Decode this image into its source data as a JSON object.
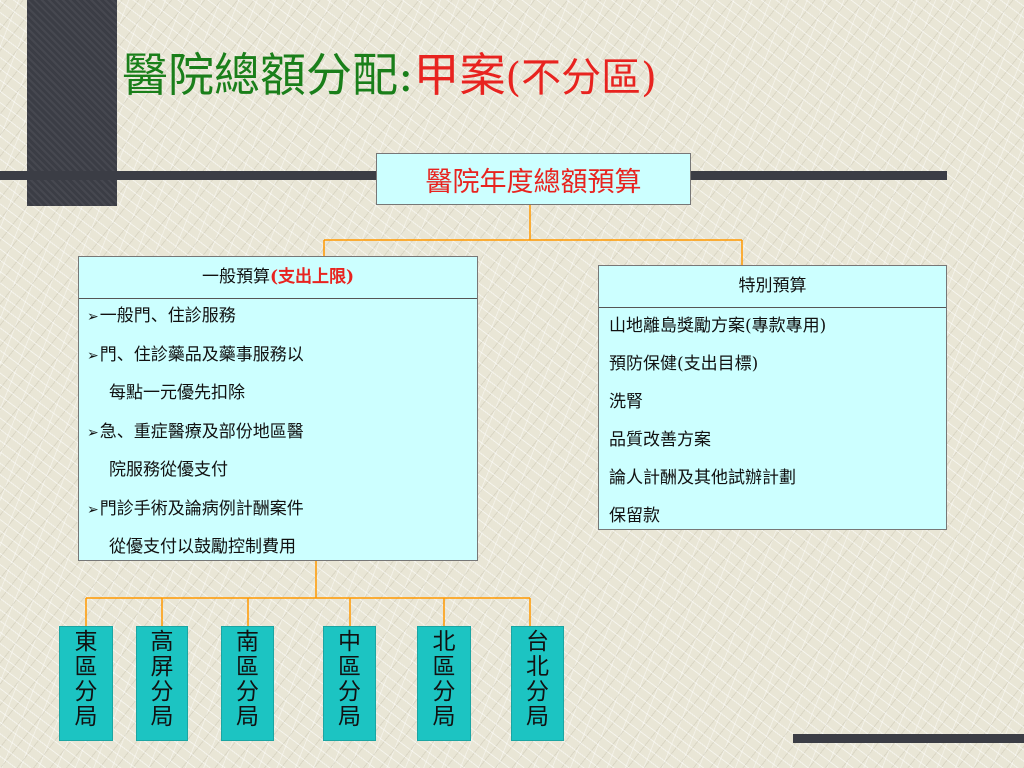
{
  "title": {
    "main": "醫院總額分配:",
    "accent": "甲案",
    "paren": "(不分區)"
  },
  "root": {
    "label": "醫院年度總額預算"
  },
  "general_budget": {
    "heading": "一般預算",
    "heading_accent": "(支出上限)",
    "lines": [
      {
        "bullet": "➢",
        "text": "一般門、住診服務"
      },
      {
        "bullet": "➢",
        "text": "門、住診藥品及藥事服務以"
      },
      {
        "bullet": "",
        "text": "每點一元優先扣除"
      },
      {
        "bullet": "➢",
        "text": "急、重症醫療及部份地區醫"
      },
      {
        "bullet": "",
        "text": "院服務從優支付"
      },
      {
        "bullet": "➢",
        "text": "門診手術及論病例計酬案件"
      },
      {
        "bullet": "",
        "text": "從優支付以鼓勵控制費用"
      }
    ]
  },
  "special_budget": {
    "heading": "特別預算",
    "items": [
      "山地離島獎勵方案(專款專用)",
      "預防保健(支出目標)",
      "洗腎",
      "品質改善方案",
      "論人計酬及其他試辦計劃",
      "保留款"
    ]
  },
  "regions": [
    {
      "chars": [
        "東",
        "區",
        "分",
        "局"
      ]
    },
    {
      "chars": [
        "高",
        "屏",
        "分",
        "局"
      ]
    },
    {
      "chars": [
        "南",
        "區",
        "分",
        "局"
      ]
    },
    {
      "chars": [
        "中",
        "區",
        "分",
        "局"
      ]
    },
    {
      "chars": [
        "北",
        "區",
        "分",
        "局"
      ]
    },
    {
      "chars": [
        "台",
        "北",
        "分",
        "局"
      ]
    }
  ],
  "colors": {
    "title_green": "#1a7f1a",
    "accent_red": "#e8231f",
    "box_fill": "#ccffff",
    "region_fill": "#1cc4c2",
    "connector": "#ff9900",
    "decoration": "#3b3d45"
  }
}
